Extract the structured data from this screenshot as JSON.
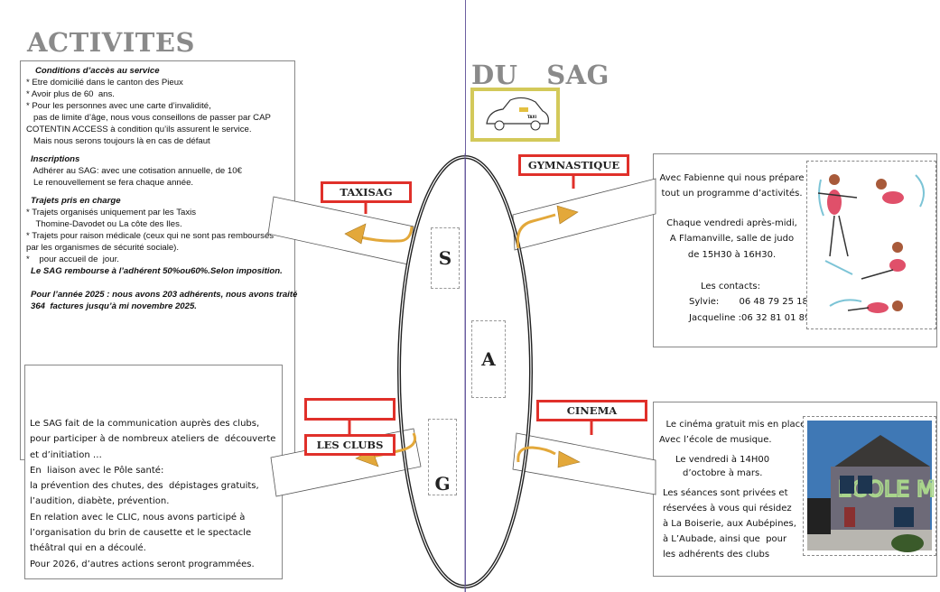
{
  "left_title": "ACTIVITES",
  "right_title": "DU   SAG",
  "car_label": "TAXI",
  "taxi_box": {
    "conditions_heading": "Conditions d’accès au service",
    "conditions": [
      "* Etre domicilié dans le canton des Pieux",
      "* Avoir plus de 60  ans.",
      "* Pour les personnes avec une carte d’invalidité,",
      "   pas de limite d’âge, nous vous conseillons de passer par CAP",
      "COTENTIN ACCESS à condition qu’ils assurent le service.",
      "   Mais nous serons toujours là en cas de défaut"
    ],
    "inscriptions_heading": "Inscriptions",
    "inscriptions": [
      "   Adhérer au SAG: avec une cotisation annuelle, de 10€",
      "   Le renouvellement se fera chaque année."
    ],
    "trajets_heading": "Trajets pris en charge",
    "trajets": [
      "* Trajets organisés uniquement par les Taxis",
      "    Thomine-Davodet ou La côte des Iles.",
      "* Trajets pour raison médicale (ceux qui ne sont pas remboursés",
      "par les organismes de sécurité sociale).",
      "*    pour accueil de  jour."
    ],
    "rembourse": "Le SAG rembourse à l’adhérent 50%ou60%.Selon imposition.",
    "stats": [
      "Pour l’année 2025 : nous avons 203 adhérents, nous avons traité",
      "364  factures jusqu’à mi novembre 2025."
    ]
  },
  "clubs_box": {
    "lines": [
      "Le SAG fait de la communication auprès des clubs,",
      "pour participer à de nombreux ateliers de  découverte",
      "et d’initiation …",
      "En  liaison avec le Pôle santé:",
      "la prévention des chutes, des  dépistages gratuits,",
      "l’audition, diabète, prévention.",
      "En relation avec le CLIC, nous avons participé à",
      "l’organisation du brin de causette et le spectacle",
      "théâtral qui en a découlé.",
      "Pour 2026, d’autres actions seront programmées."
    ]
  },
  "labels": {
    "taxisag": "TAXISAG",
    "gymnastique": "GYMNASTIQUE",
    "les_clubs": "LES CLUBS",
    "cinema": "CINEMA"
  },
  "letters": {
    "s": "S",
    "a": "A",
    "g": "G"
  },
  "gym_box": {
    "intro": [
      "Avec Fabienne qui nous prépare",
      "tout un programme d’activités."
    ],
    "schedule": [
      "Chaque vendredi après-midi,",
      "A Flamanville, salle de judo",
      "de 15H30 à 16H30."
    ],
    "contacts_heading": "Les contacts:",
    "contacts": [
      "Sylvie:       06 48 79 25 18",
      "Jacqueline :06 32 81 01 89"
    ]
  },
  "cinema_box": {
    "lines": [
      "   Le cinéma gratuit mis en place",
      "Avec l’école de musique.",
      "Le vendredi à 14H00",
      "d’octobre à mars.",
      "Les séances sont privées et",
      "réservées à vous qui résidez",
      "à La Boiserie, aux Aubépines,",
      "à L’Aubade, ainsi que  pour",
      "les adhérents des clubs"
    ],
    "photo_sign": "ECOLE MUSIC"
  },
  "colors": {
    "label_border": "#e0302a",
    "arrow": "#e3a83a",
    "title_gray": "#8a8a8a"
  }
}
